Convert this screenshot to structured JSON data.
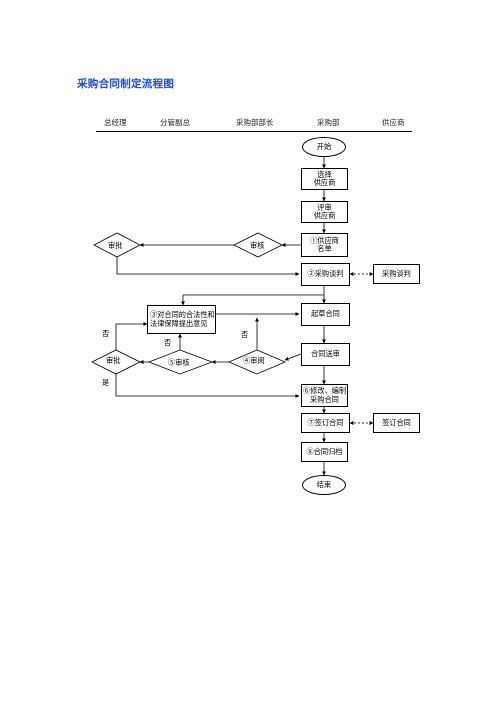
{
  "title": "采购合同制定流程图",
  "lanes": [
    "总经理",
    "分管副总",
    "采购部部长",
    "采购部",
    "供应商"
  ],
  "nodes": {
    "start": "开始",
    "select_supplier": [
      "选择",
      "供应商"
    ],
    "evaluate_supplier": [
      "评审",
      "供应商"
    ],
    "supplier_list": [
      "①供应商",
      "名单"
    ],
    "approve_gm": "审批",
    "review_head": "审核",
    "negotiate": "②采购谈判",
    "supplier_negotiate": "采购谈判",
    "legal_opinion": [
      "③对合同的合法性和",
      "法律保障提出意见"
    ],
    "draft_contract": "起草合同",
    "review_deputy": "⑤审核",
    "audit_head": "④审阅",
    "submit_contract": "合同送审",
    "approve_gm2": "审批",
    "revise_contract": [
      "⑥修改、编制",
      "采购合同"
    ],
    "sign_contract": "⑦签订合同",
    "supplier_sign": "签订合同",
    "archive": "⑧合同归档",
    "end": "结束"
  },
  "edge_labels": {
    "no_head": "否",
    "no_deputy": "否",
    "no_gm": "否",
    "yes_gm": "是"
  }
}
